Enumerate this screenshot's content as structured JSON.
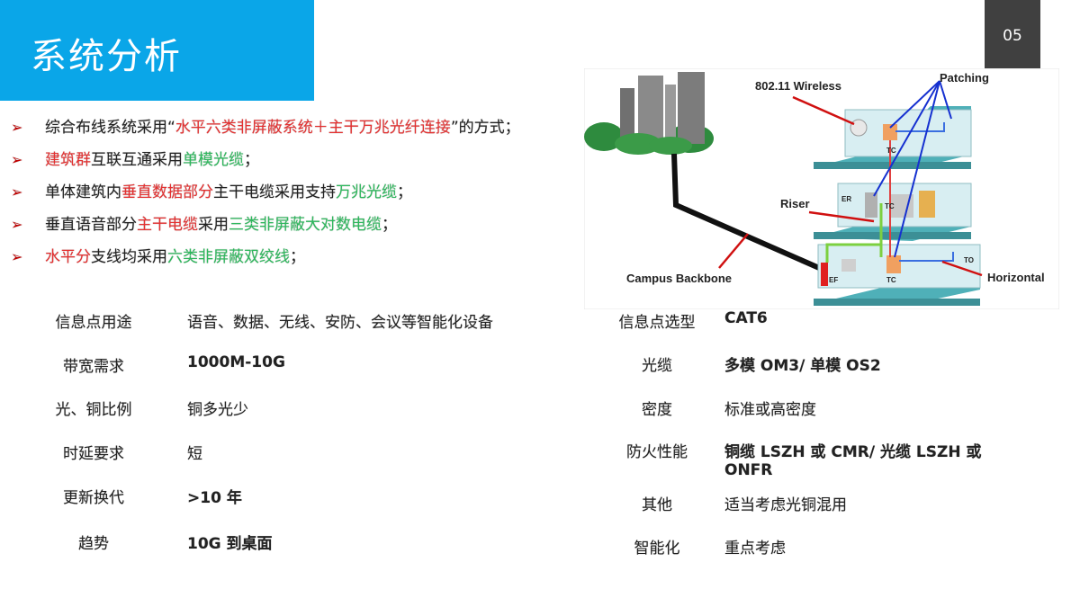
{
  "header": {
    "title": "系统分析",
    "page_number": "05"
  },
  "bullets": [
    {
      "parts": [
        {
          "text": "综合布线系统采用“",
          "color": "default"
        },
        {
          "text": "水平六类非屏蔽系统＋主干万兆光纤连接",
          "color": "red"
        },
        {
          "text": "”的方式；",
          "color": "default"
        }
      ]
    },
    {
      "parts": [
        {
          "text": "建筑群",
          "color": "red"
        },
        {
          "text": "互联互通采用",
          "color": "default"
        },
        {
          "text": "单模光缆",
          "color": "green"
        },
        {
          "text": "；",
          "color": "default"
        }
      ]
    },
    {
      "parts": [
        {
          "text": "单体建筑内",
          "color": "default"
        },
        {
          "text": "垂直数据部分",
          "color": "red"
        },
        {
          "text": "主干电缆采用支持",
          "color": "default"
        },
        {
          "text": "万兆光缆",
          "color": "green"
        },
        {
          "text": "；",
          "color": "default"
        }
      ]
    },
    {
      "parts": [
        {
          "text": "垂直语音部分",
          "color": "default"
        },
        {
          "text": "主干电缆",
          "color": "red"
        },
        {
          "text": "采用",
          "color": "default"
        },
        {
          "text": "三类非屏蔽大对数电缆",
          "color": "green"
        },
        {
          "text": "；",
          "color": "default"
        }
      ]
    },
    {
      "parts": [
        {
          "text": "水平分",
          "color": "red"
        },
        {
          "text": "支线均采用",
          "color": "default"
        },
        {
          "text": "六类非屏蔽双绞线",
          "color": "green"
        },
        {
          "text": "；",
          "color": "default"
        }
      ]
    }
  ],
  "left_table": [
    {
      "label": "信息点用途",
      "value": "语音、数据、无线、安防、会议等智能化设备",
      "bold": false
    },
    {
      "label": "带宽需求",
      "value": "1000M-10G",
      "bold": true
    },
    {
      "label": "光、铜比例",
      "value": "铜多光少",
      "bold": false
    },
    {
      "label": "时延要求",
      "value": "短",
      "bold": false
    },
    {
      "label": "更新换代",
      "value": ">10 年",
      "bold": true
    },
    {
      "label": "趋势",
      "value": "10G 到桌面",
      "bold": true
    }
  ],
  "right_table": [
    {
      "label": "信息点选型",
      "value": "CAT6",
      "bold": true
    },
    {
      "label": "光缆",
      "value": "多模 OM3/ 单模 OS2",
      "bold": true
    },
    {
      "label": "密度",
      "value": "标准或高密度",
      "bold": false
    },
    {
      "label": "防火性能",
      "value": "铜缆 LSZH 或 CMR/ 光缆 LSZH 或 ONFR",
      "bold": true
    },
    {
      "label": "其他",
      "value": "适当考虑光铜混用",
      "bold": false
    },
    {
      "label": "智能化",
      "value": "重点考虑",
      "bold": false
    }
  ],
  "diagram": {
    "labels": {
      "wireless": "802.11 Wireless",
      "patching": "Patching",
      "riser": "Riser",
      "backbone": "Campus Backbone",
      "horizontal": "Horizontal",
      "tc1": "TC",
      "tc2": "TC",
      "tc3": "TC",
      "er": "ER",
      "ef": "EF",
      "to": "TO"
    }
  },
  "colors": {
    "title_bg": "#0aa6e8",
    "page_bg": "#404040",
    "red": "#e53030",
    "green": "#2db85c",
    "arrow": "#c00000"
  }
}
